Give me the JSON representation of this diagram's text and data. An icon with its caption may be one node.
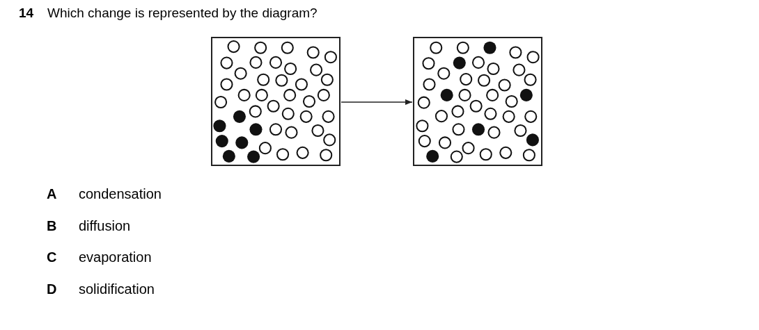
{
  "diagram": {
    "title": "Which change is represented by the diagram?",
    "nodes": [
      {
        "text": [],
        "shape": "box"
      },
      {
        "text": [],
        "shape": "box"
      }
    ],
    "edges": [
      {
        "from": 0,
        "to": 1,
        "arrow": "to"
      }
    ],
    "labels": [
      "14",
      "A",
      "condensation",
      "B",
      "diffusion",
      "C",
      "evaporation",
      "D",
      "solidification"
    ]
  }
}
